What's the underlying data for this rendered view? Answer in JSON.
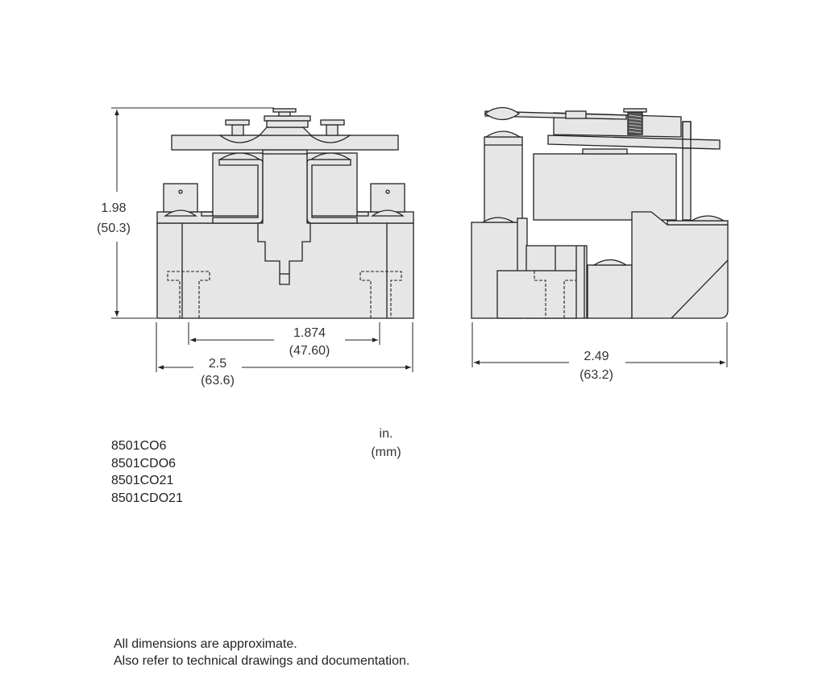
{
  "front_view": {
    "height_in": "1.98",
    "height_mm": "(50.3)",
    "mount_spacing_in": "1.874",
    "mount_spacing_mm": "(47.60)",
    "width_in": "2.5",
    "width_mm": "(63.6)"
  },
  "side_view": {
    "depth_in": "2.49",
    "depth_mm": "(63.2)"
  },
  "units": {
    "primary": "in.",
    "secondary": "(mm)"
  },
  "part_numbers": [
    "8501CO6",
    "8501CDO6",
    "8501CO21",
    "8501CDO21"
  ],
  "notes": [
    "All dimensions are approximate.",
    "Also refer to technical drawings and documentation."
  ],
  "colors": {
    "part_fill": "#e6e6e6",
    "line": "#222222"
  }
}
